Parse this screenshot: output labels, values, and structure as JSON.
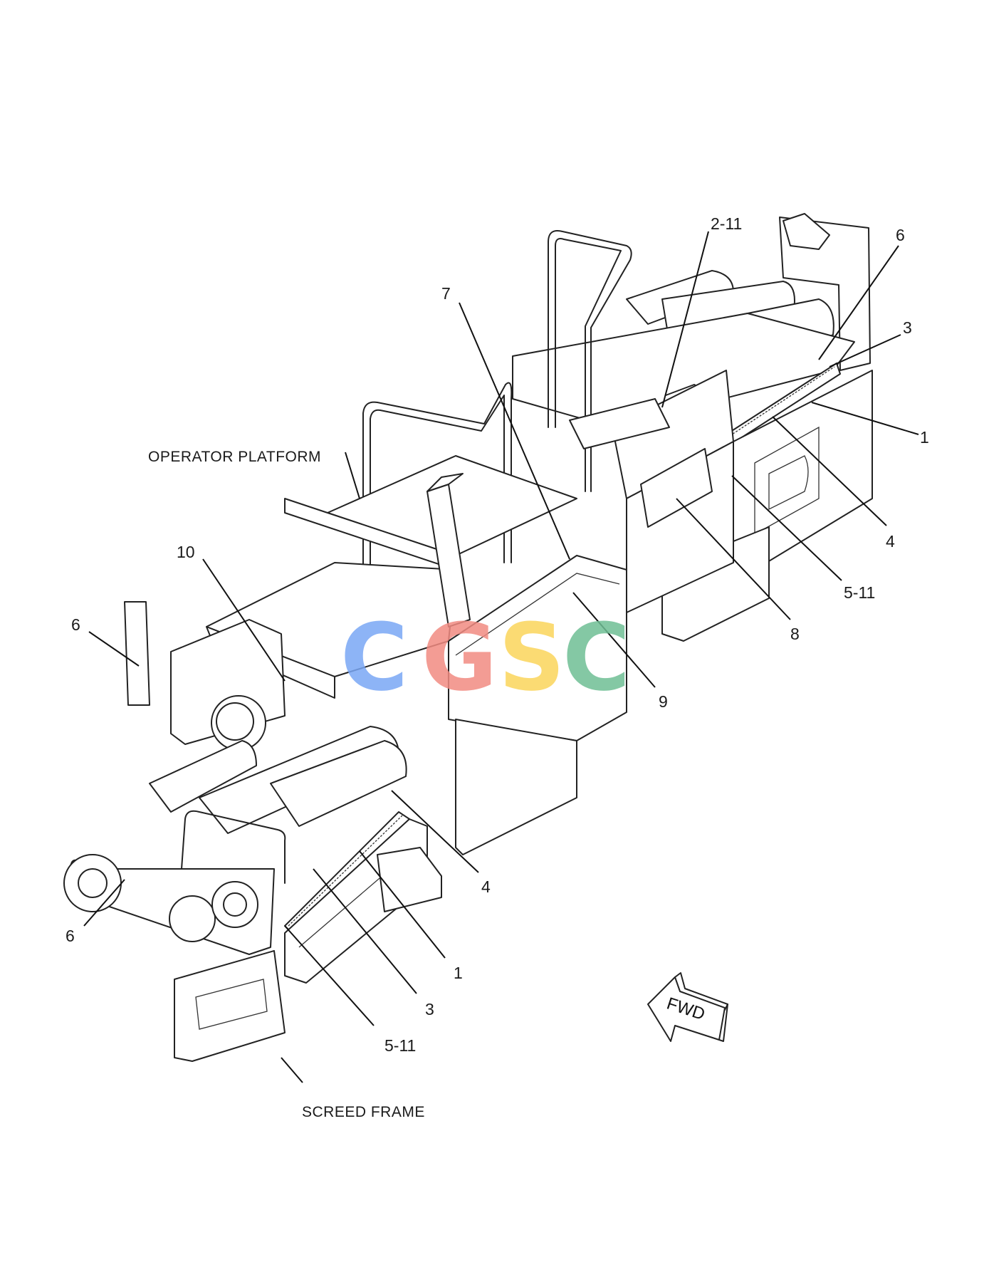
{
  "labels": {
    "operator_platform": "OPERATOR PLATFORM",
    "screed_frame": "SCREED FRAME",
    "fwd": "FWD"
  },
  "callouts": [
    {
      "id": "c-2-11",
      "text": "2-11"
    },
    {
      "id": "c-6-top",
      "text": "6"
    },
    {
      "id": "c-3-top",
      "text": "3"
    },
    {
      "id": "c-1-top",
      "text": "1"
    },
    {
      "id": "c-7",
      "text": "7"
    },
    {
      "id": "c-4-top",
      "text": "4"
    },
    {
      "id": "c-5-11-top",
      "text": "5-11"
    },
    {
      "id": "c-8",
      "text": "8"
    },
    {
      "id": "c-9",
      "text": "9"
    },
    {
      "id": "c-10",
      "text": "10"
    },
    {
      "id": "c-6-left",
      "text": "6"
    },
    {
      "id": "c-4-bottom",
      "text": "4"
    },
    {
      "id": "c-6-bottom",
      "text": "6"
    },
    {
      "id": "c-1-bottom",
      "text": "1"
    },
    {
      "id": "c-3-bottom",
      "text": "3"
    },
    {
      "id": "c-5-11-bottom",
      "text": "5-11"
    }
  ],
  "watermark": {
    "letters": [
      "C",
      "G",
      "S",
      "C"
    ],
    "colors": [
      "#7aa7f5",
      "#f28b82",
      "#fbd55b",
      "#6fbf95"
    ]
  }
}
